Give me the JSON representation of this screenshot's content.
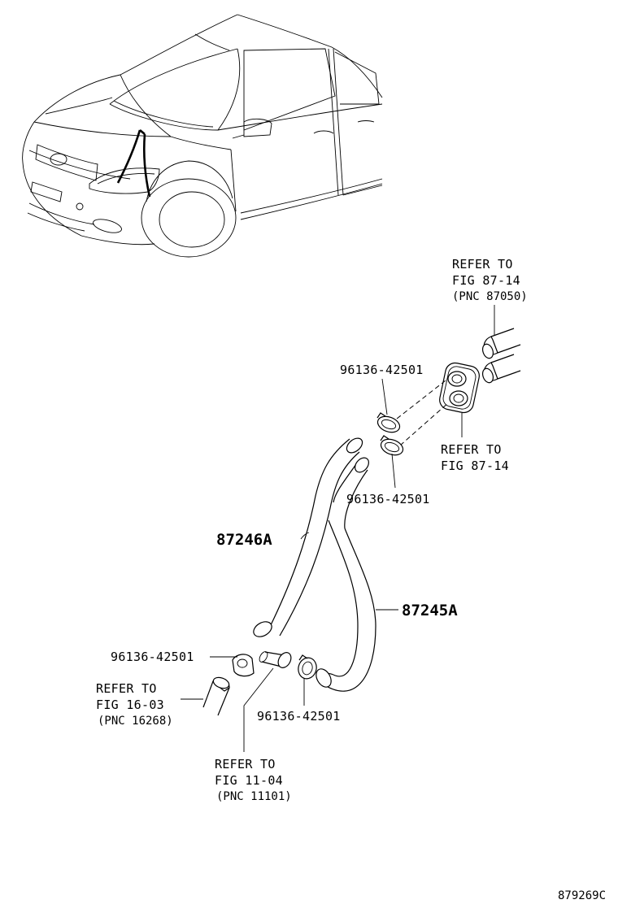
{
  "parts": {
    "hose_inlet": "87246A",
    "hose_outlet": "87245A",
    "clip_upper_1": "96136-42501",
    "clip_upper_2": "96136-42501",
    "clip_lower_left": "96136-42501",
    "clip_lower_right": "96136-42501"
  },
  "references": {
    "heater_unit": {
      "line1": "REFER TO",
      "line2": "FIG 87-14",
      "line3": "(PNC 87050)"
    },
    "grommet": {
      "line1": "REFER TO",
      "line2": "FIG 87-14"
    },
    "water_pipe": {
      "line1": "REFER TO",
      "line2": "FIG 16-03",
      "line3": "(PNC 16268)"
    },
    "engine": {
      "line1": "REFER TO",
      "line2": "FIG 11-04",
      "line3": "(PNC 11101)"
    }
  },
  "figure_code": "879269C"
}
